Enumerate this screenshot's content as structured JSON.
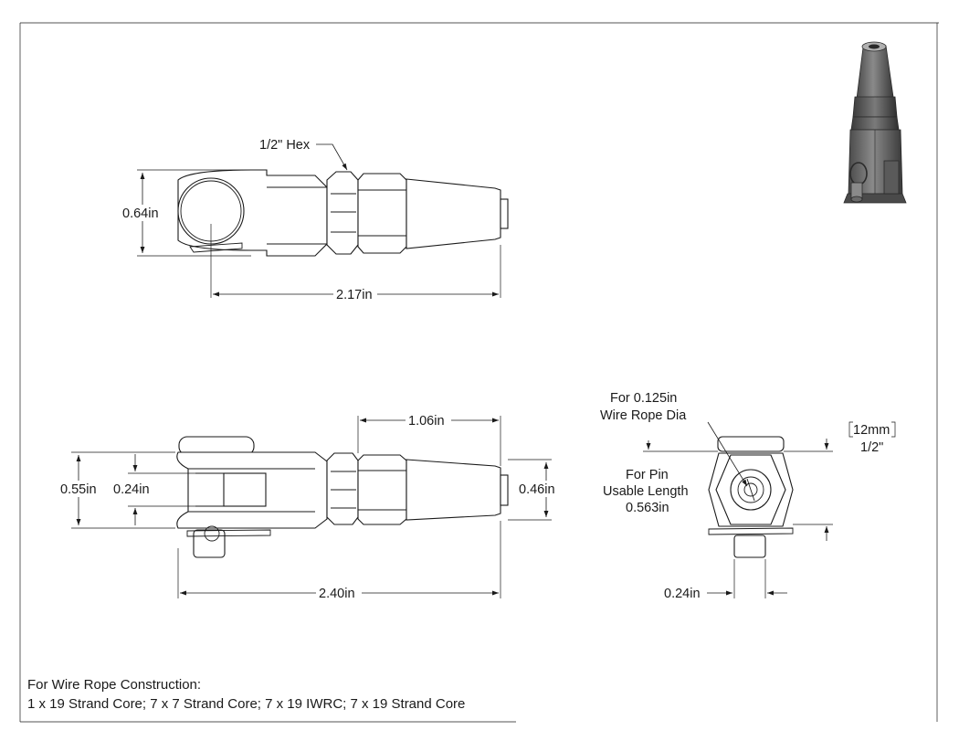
{
  "labels": {
    "hex": "1/2\" Hex",
    "height_top": "0.64in",
    "length_top": "2.17in",
    "length_threaded": "1.06in",
    "height_front": "0.55in",
    "slot": "0.24in",
    "body_dia": "0.46in",
    "length_front": "2.40in",
    "wire_dia_line1": "For 0.125in",
    "wire_dia_line2": "Wire Rope Dia",
    "metric": "12mm",
    "imperial": "1/2\"",
    "pin_line1": "For Pin",
    "pin_line2": "Usable Length",
    "pin_line3": "0.563in",
    "pin_width": "0.24in"
  },
  "notes": {
    "construction_title": "For Wire Rope Construction:",
    "construction_list": "1 x 19 Strand Core; 7 x 7 Strand Core; 7 x 19 IWRC; 7 x 19 Strand Core"
  },
  "colors": {
    "ink": "#1a1a1a",
    "render_dark": "#3a3a3a",
    "render_mid": "#6b6b6b",
    "render_light": "#9a9a9a"
  }
}
